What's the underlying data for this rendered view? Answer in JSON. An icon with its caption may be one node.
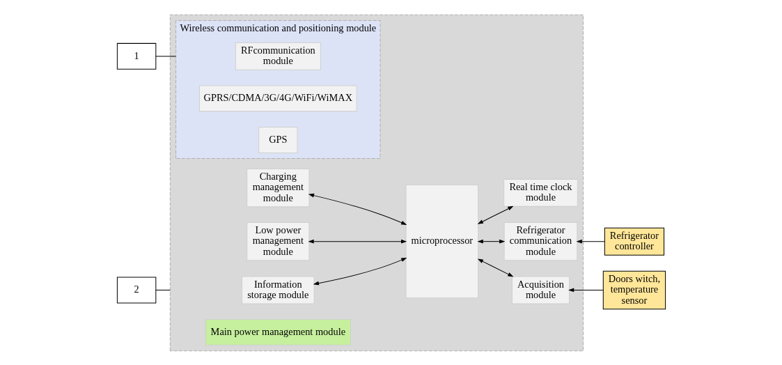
{
  "diagram": {
    "nodes": [
      {
        "text": [],
        "shape": "box"
      },
      {
        "text": [
          "Wireless communication and positioning module"
        ],
        "in": 0
      },
      {
        "text": [
          "RFcommunication module"
        ],
        "in": 1
      },
      {
        "text": [
          "GPRS/CDMA/3G/4G/WiFi/WiMAX"
        ],
        "in": 1
      },
      {
        "text": [
          "GPS"
        ],
        "in": 1
      },
      {
        "text": [
          "Information storage module"
        ],
        "in": 0
      },
      {
        "text": [
          "Charging management module"
        ],
        "in": 0
      },
      {
        "text": [
          "Low power management module"
        ],
        "in": 0
      },
      {
        "text": [
          "microprocessor"
        ],
        "in": 0
      },
      {
        "text": [
          "Refrigerator communication module"
        ],
        "in": 0
      },
      {
        "text": [
          "Acquisition module"
        ],
        "in": 0
      },
      {
        "text": [
          "Real time clock module"
        ],
        "in": 0
      },
      {
        "text": [
          "Main power management module"
        ],
        "in": 0
      },
      {
        "text": [
          "1"
        ]
      },
      {
        "text": [
          "2"
        ]
      },
      {
        "text": [
          "Refrigerator controller"
        ]
      },
      {
        "text": [
          "Doors witch, temperature sensor"
        ]
      }
    ],
    "edges": [
      {
        "from": 13,
        "to": 1,
        "arrow": "none"
      },
      {
        "from": 14,
        "to": 0,
        "arrow": "none"
      },
      {
        "from": 5,
        "to": 8,
        "arrow": "both"
      },
      {
        "from": 6,
        "to": 8,
        "arrow": "both"
      },
      {
        "from": 7,
        "to": 8,
        "arrow": "both"
      },
      {
        "from": 8,
        "to": 9,
        "arrow": "both"
      },
      {
        "from": 8,
        "to": 10,
        "arrow": "both"
      },
      {
        "from": 8,
        "to": 11,
        "arrow": "both"
      },
      {
        "from": 15,
        "to": 9,
        "arrow": "to"
      },
      {
        "from": 16,
        "to": 10,
        "arrow": "to"
      }
    ]
  }
}
